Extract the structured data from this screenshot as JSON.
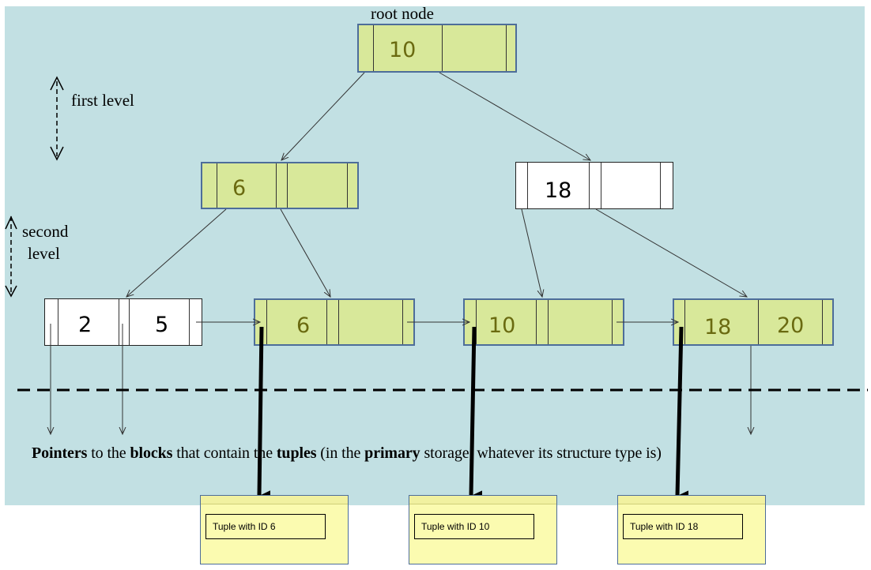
{
  "labels": {
    "root": "root node",
    "first": "first level",
    "second_a": "second",
    "second_b": "level"
  },
  "caption": {
    "w1": "Pointers",
    "t1": " to the ",
    "w2": "blocks",
    "t2": " that contain the ",
    "w3": "tuples",
    "t3": " (in the ",
    "w4": "primary",
    "t4": " storage, whatever its structure type is)"
  },
  "nodes": {
    "root": "10",
    "left": "6",
    "right": "18",
    "leaf1_a": "2",
    "leaf1_b": "5",
    "leaf2": "6",
    "leaf3": "10",
    "leaf4_a": "18",
    "leaf4_b": "20"
  },
  "tuples": [
    "Tuple with  ID 6",
    "Tuple with  ID 10",
    "Tuple with  ID 18"
  ],
  "colors": {
    "background": "#c2e0e3",
    "highlight_node": "#d8e89a",
    "node_border": "#4d6d9a",
    "tuple_block": "#fbfbb0"
  }
}
